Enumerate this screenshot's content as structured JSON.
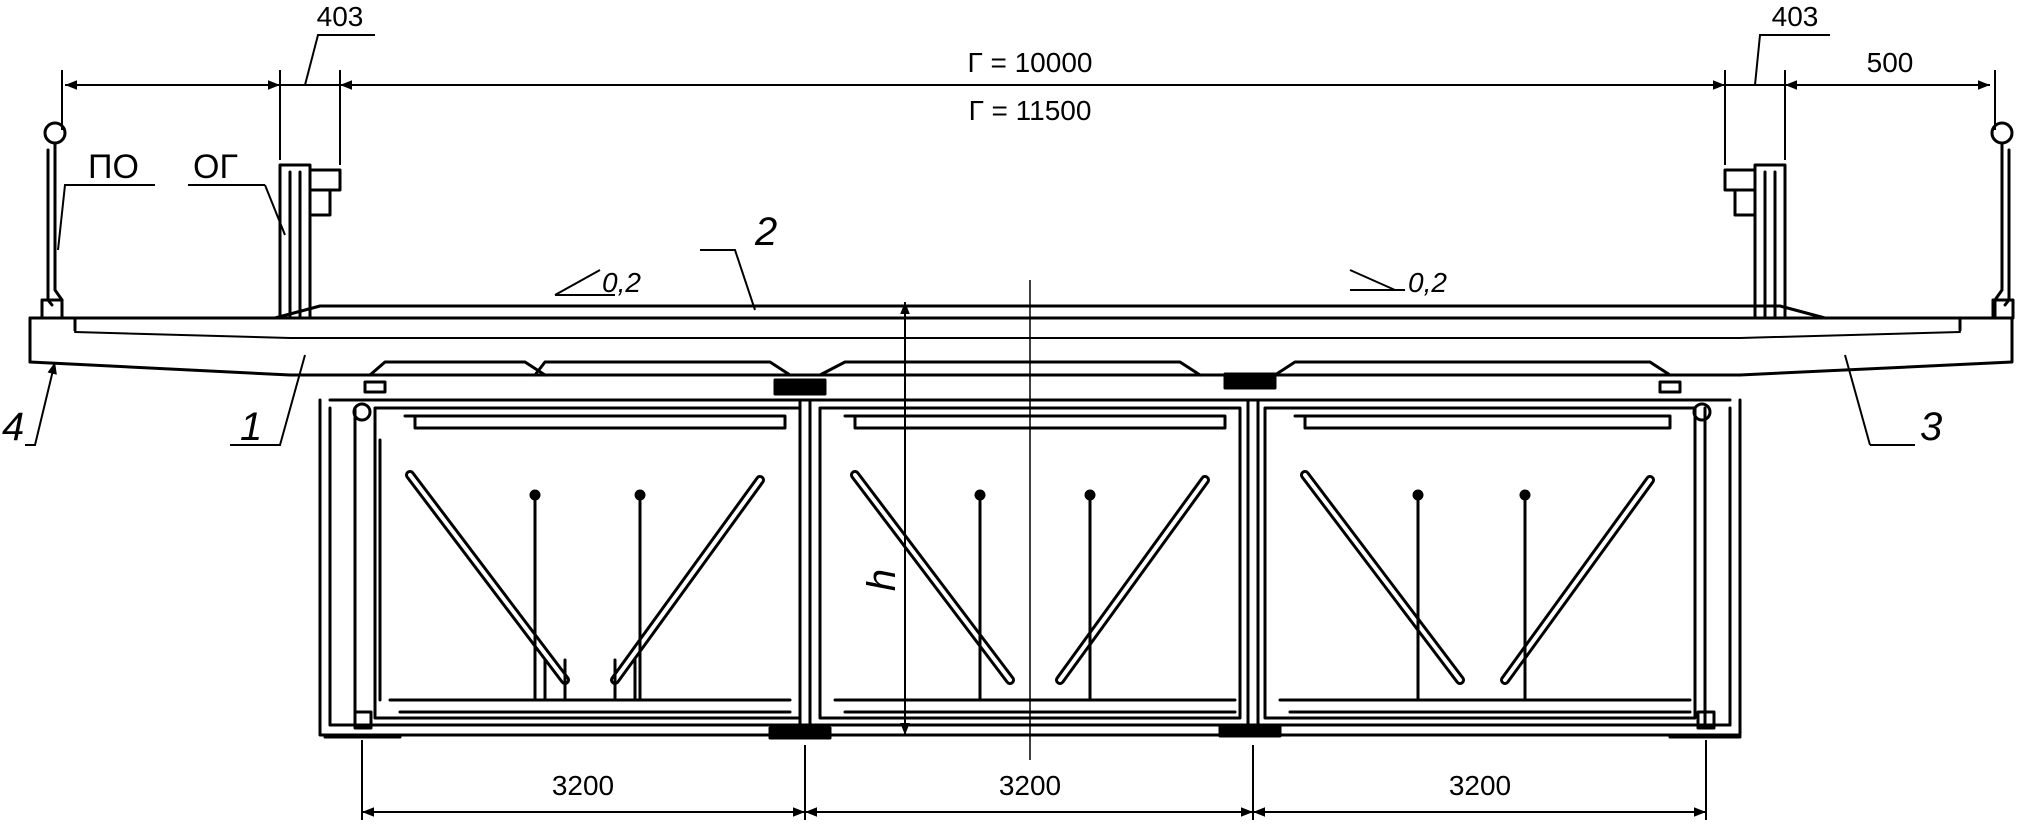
{
  "dimensions": {
    "gauge_top": "Г = 10000",
    "gauge_bottom": "Г = 11500",
    "offset_left": "403",
    "offset_right": "403",
    "edge_right": "500",
    "spacing_1": "3200",
    "spacing_2": "3200",
    "spacing_3": "3200",
    "height": "h"
  },
  "labels": {
    "pedestrian_railing": "ПО",
    "barrier_fence": "ОГ"
  },
  "slopes": {
    "left": "0,2",
    "right": "0,2"
  },
  "callouts": {
    "n1": "1",
    "n2": "2",
    "n3": "3",
    "n4": "4"
  },
  "colors": {
    "ink": "#000000",
    "paper": "#ffffff"
  }
}
